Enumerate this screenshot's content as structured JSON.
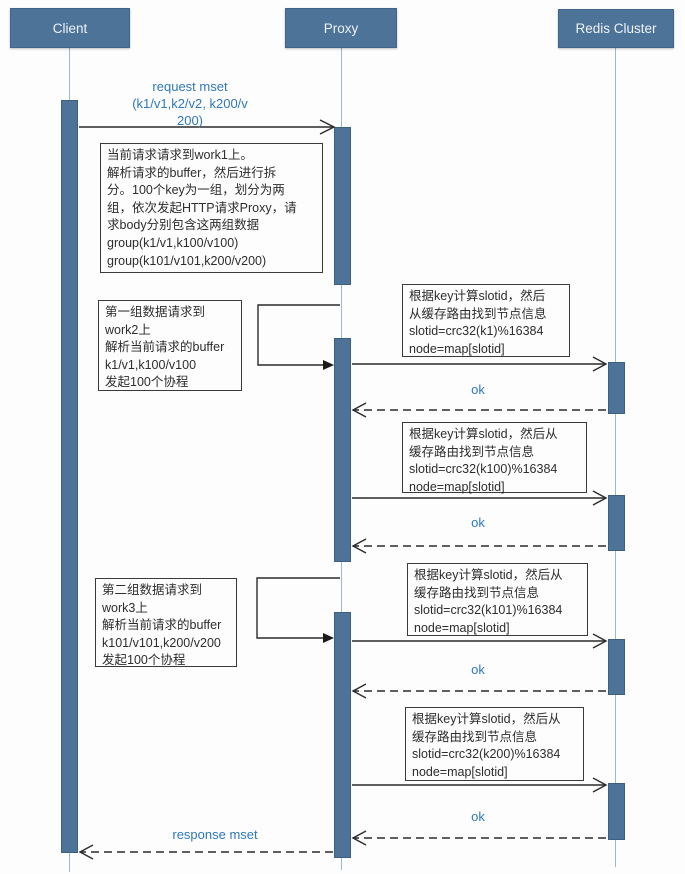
{
  "actors": {
    "client": {
      "label": "Client"
    },
    "proxy": {
      "label": "Proxy"
    },
    "redis": {
      "label": "Redis Cluster"
    }
  },
  "messages": {
    "request": {
      "text": "request mset\n(k1/v1,k2/v2, k200/v\n200)",
      "style": "solid-arrow",
      "from": "Client",
      "to": "Proxy"
    },
    "ok1": {
      "text": "ok",
      "style": "dashed-return",
      "from": "Redis Cluster",
      "to": "Proxy"
    },
    "ok2": {
      "text": "ok",
      "style": "dashed-return",
      "from": "Redis Cluster",
      "to": "Proxy"
    },
    "ok3": {
      "text": "ok",
      "style": "dashed-return",
      "from": "Redis Cluster",
      "to": "Proxy"
    },
    "ok4": {
      "text": "ok",
      "style": "dashed-return",
      "from": "Redis Cluster",
      "to": "Proxy"
    },
    "response": {
      "text": "response mset",
      "style": "dashed-return",
      "from": "Proxy",
      "to": "Client"
    }
  },
  "notes": {
    "work1": {
      "text": "当前请求请求到work1上。\n解析请求的buffer，然后进行拆\n分。100个key为一组，划分为两\n组，依次发起HTTP请求Proxy，请\n求body分别包含这两组数据\ngroup(k1/v1,k100/v100)\ngroup(k101/v101,k200/v200)"
    },
    "work2": {
      "text": "第一组数据请求到\nwork2上\n解析当前请求的buffer\nk1/v1,k100/v100\n发起100个协程"
    },
    "work3": {
      "text": "第二组数据请求到\nwork3上\n解析当前请求的buffer\nk101/v101,k200/v200\n发起100个协程"
    },
    "slot1": {
      "text": "根据key计算slotid，然后\n从缓存路由找到节点信息\nslotid=crc32(k1)%16384\nnode=map[slotid]"
    },
    "slot2": {
      "text": "根据key计算slotid，然后从\n缓存路由找到节点信息\nslotid=crc32(k100)%16384\nnode=map[slotid]"
    },
    "slot3": {
      "text": "根据key计算slotid，然后从\n缓存路由找到节点信息\nslotid=crc32(k101)%16384\nnode=map[slotid]"
    },
    "slot4": {
      "text": "根据key计算slotid，然后从\n缓存路由找到节点信息\nslotid=crc32(k200)%16384\nnode=map[slotid]"
    }
  },
  "colors": {
    "actor_fill": "#4d7399",
    "lifeline": "#a0b6c9",
    "message_text": "#2e78bb",
    "note_border": "#3a3a3a",
    "arrow": "#2b2b2b",
    "background": "#fdfdfd"
  }
}
